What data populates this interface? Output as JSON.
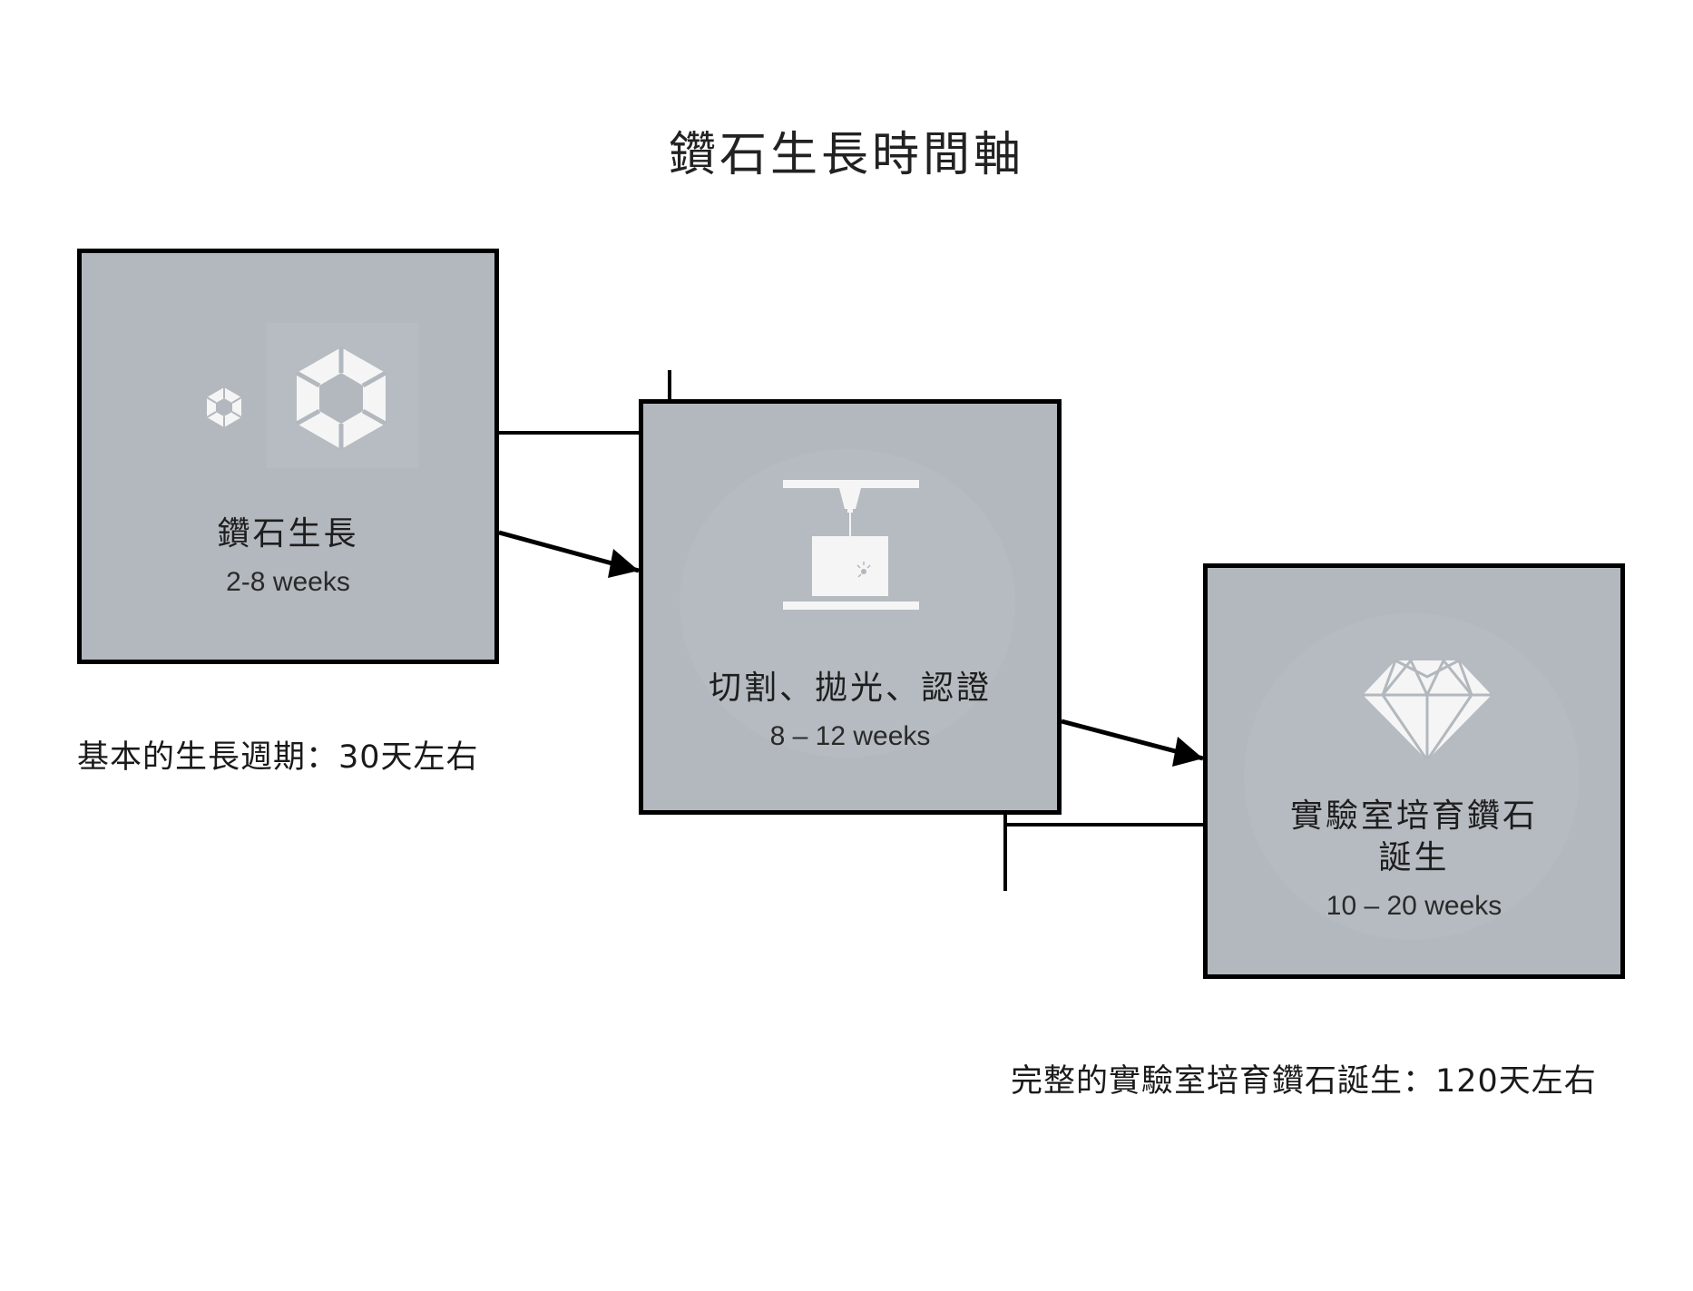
{
  "title": "鑽石生長時間軸",
  "steps": [
    {
      "name": "鑽石生長",
      "duration": "2-8 weeks",
      "icon": "hexagon-gem-icon"
    },
    {
      "name": "切割、拋光、認證",
      "duration": "8 – 12 weeks",
      "icon": "laser-cutter-icon"
    },
    {
      "name_line1": "實驗室培育鑽石",
      "name_line2": "誕生",
      "duration": "10 – 20 weeks",
      "icon": "diamond-icon"
    }
  ],
  "notes": {
    "growth_cycle": "基本的生長週期：30天左右",
    "total": "完整的實驗室培育鑽石誕生：120天左右"
  },
  "colors": {
    "box_fill": "#b2b8be",
    "icon": "#f5f5f5",
    "border": "#000000"
  }
}
